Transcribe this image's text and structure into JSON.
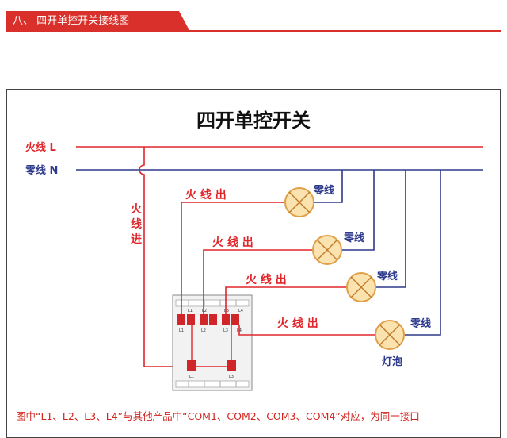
{
  "header": {
    "section_title": "八、  四开单控开关接线图"
  },
  "diagram": {
    "title": "四开单控开关",
    "live_label": "火线 L",
    "neutral_label": "零线 N",
    "live_in_label": [
      "火",
      "线",
      "进"
    ],
    "out_labels": [
      "火 线 出",
      "火 线 出",
      "火 线 出",
      "火 线 出"
    ],
    "lamp_neutral_labels": [
      "零线",
      "零线",
      "零线",
      "零线"
    ],
    "bulb_label": "灯泡",
    "switch_top_terminals": [
      "L1",
      "L2",
      "L3",
      "L4"
    ],
    "switch_bottom_terminals": [
      "L1",
      "L3"
    ],
    "switch_small_labels": [
      "L1",
      "L2",
      "L3",
      "L4"
    ],
    "colors": {
      "live": "#e0262a",
      "neutral": "#2e3a8c",
      "lamp": "#f4c56a"
    }
  },
  "caption": "图中“L1、L2、L3、L4”与其他产品中“COM1、COM2、COM3、COM4”对应，为同一接口"
}
